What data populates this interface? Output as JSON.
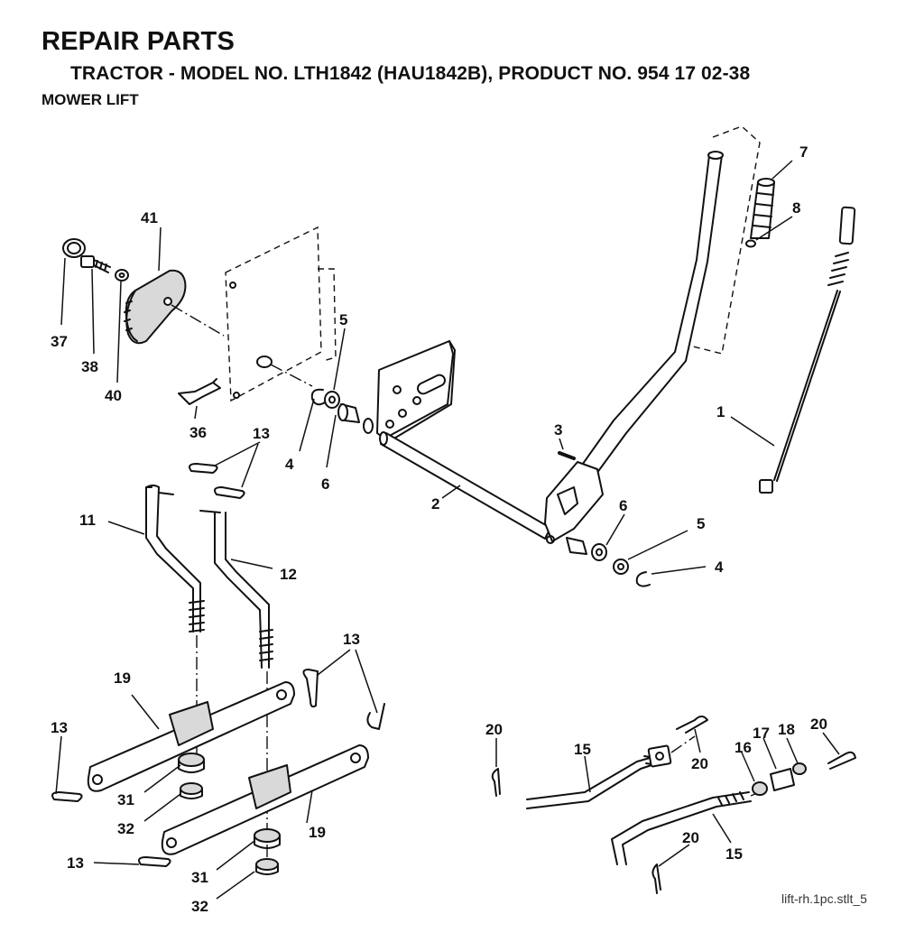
{
  "header": {
    "title": "REPAIR PARTS",
    "subtitle": "TRACTOR - MODEL NO. LTH1842 (HAU1842B), PRODUCT NO. 954 17 02-38",
    "section": "MOWER LIFT"
  },
  "callouts": {
    "c1": "1",
    "c2": "2",
    "c3": "3",
    "c4a": "4",
    "c4b": "4",
    "c5a": "5",
    "c5b": "5",
    "c6a": "6",
    "c6b": "6",
    "c7": "7",
    "c8": "8",
    "c11": "11",
    "c12": "12",
    "c13a": "13",
    "c13b": "13",
    "c13c": "13",
    "c13d": "13",
    "c15a": "15",
    "c15b": "15",
    "c16": "16",
    "c17": "17",
    "c18": "18",
    "c19a": "19",
    "c19b": "19",
    "c20a": "20",
    "c20b": "20",
    "c20c": "20",
    "c20d": "20",
    "c31a": "31",
    "c31b": "31",
    "c32a": "32",
    "c32b": "32",
    "c36": "36",
    "c37": "37",
    "c38": "38",
    "c40": "40",
    "c41": "41"
  },
  "footer": {
    "file_reference": "lift-rh.1pc.stlt_5"
  }
}
